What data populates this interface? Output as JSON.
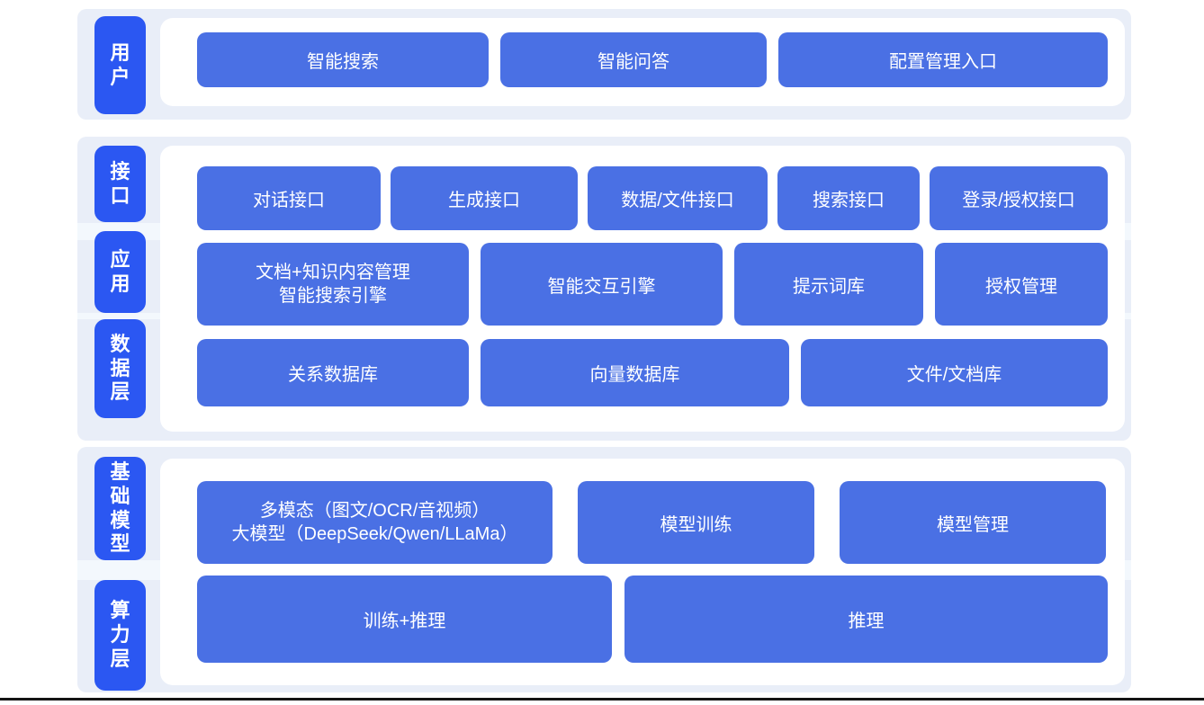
{
  "diagram_title": "",
  "colors": {
    "tab_blue": "#2b57f2",
    "box_blue": "#4a70e4",
    "band_bg": "#e9eef8",
    "panel_bg": "#ffffff",
    "divider": "#f3f8fd",
    "text": "#ffffff",
    "bottom_rule": "#141414"
  },
  "sections": [
    {
      "tabs": [
        "用户"
      ],
      "rows": [
        [
          {
            "label": "智能搜索"
          },
          {
            "label": "智能问答"
          },
          {
            "label": "配置管理入口"
          }
        ]
      ]
    },
    {
      "tabs": [
        "接口",
        "应用",
        "数据层"
      ],
      "rows": [
        [
          {
            "label": "对话接口"
          },
          {
            "label": "生成接口"
          },
          {
            "label": "数据/文件接口"
          },
          {
            "label": "搜索接口"
          },
          {
            "label": "登录/授权接口"
          }
        ],
        [
          {
            "lines": [
              "文档+知识内容管理",
              "智能搜索引擎"
            ]
          },
          {
            "label": "智能交互引擎"
          },
          {
            "label": "提示词库"
          },
          {
            "label": "授权管理"
          }
        ],
        [
          {
            "label": "关系数据库"
          },
          {
            "label": "向量数据库"
          },
          {
            "label": "文件/文档库"
          }
        ]
      ]
    },
    {
      "tabs": [
        "基础模型",
        "算力层"
      ],
      "rows": [
        [
          {
            "lines": [
              "多模态（图文/OCR/音视频）",
              "大模型（DeepSeek/Qwen/LLaMa）"
            ]
          },
          {
            "label": "模型训练"
          },
          {
            "label": "模型管理"
          }
        ],
        [
          {
            "label": "训练+推理"
          },
          {
            "label": "推理"
          }
        ]
      ]
    }
  ]
}
